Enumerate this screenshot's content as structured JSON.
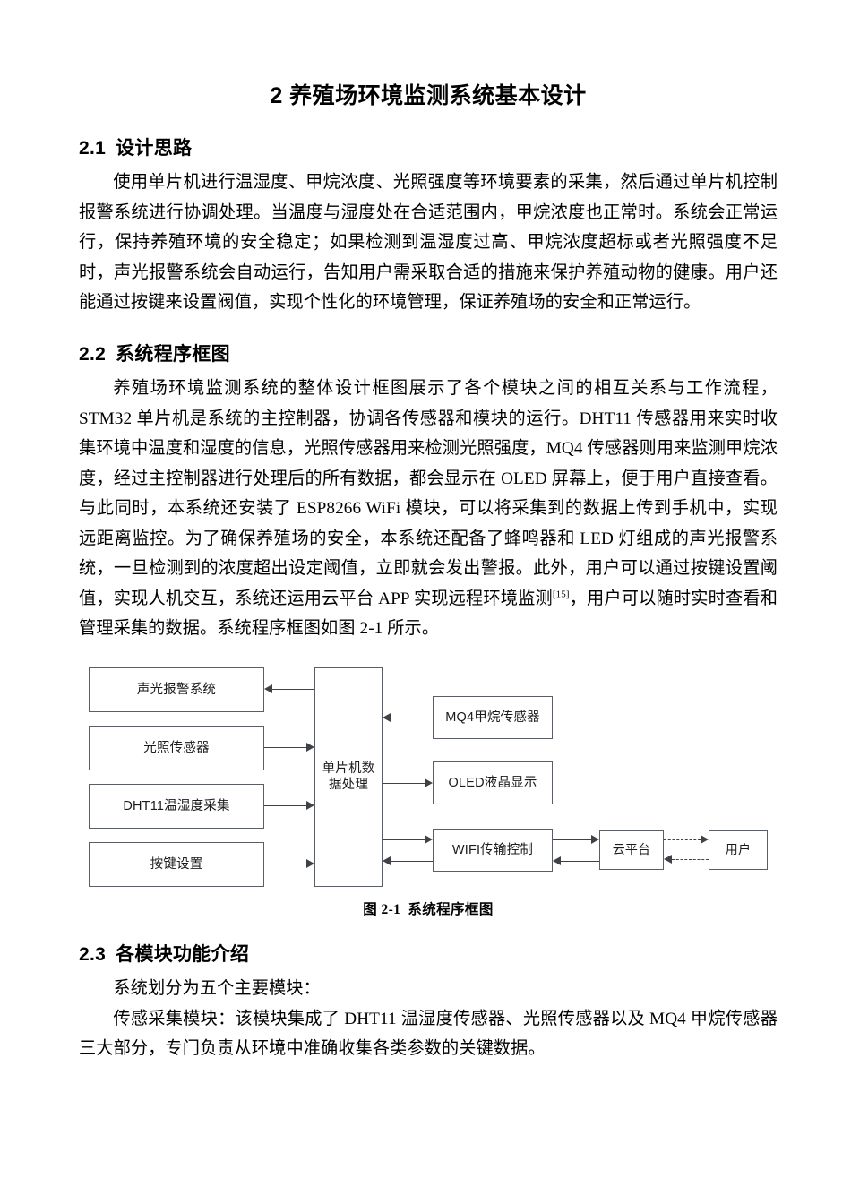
{
  "document": {
    "title": "2 养殖场环境监测系统基本设计"
  },
  "sections": [
    {
      "number": "2.1",
      "heading": "设计思路",
      "paragraphs": [
        "使用单片机进行温湿度、甲烷浓度、光照强度等环境要素的采集，然后通过单片机控制报警系统进行协调处理。当温度与湿度处在合适范围内，甲烷浓度也正常时。系统会正常运行，保持养殖环境的安全稳定；如果检测到温湿度过高、甲烷浓度超标或者光照强度不足时，声光报警系统会自动运行，告知用户需采取合适的措施来保护养殖动物的健康。用户还能通过按键来设置阀值，实现个性化的环境管理，保证养殖场的安全和正常运行。"
      ]
    },
    {
      "number": "2.2",
      "heading": "系统程序框图",
      "paragraph_part1": "养殖场环境监测系统的整体设计框图展示了各个模块之间的相互关系与工作流程，STM32 单片机是系统的主控制器，协调各传感器和模块的运行。DHT11 传感器用来实时收集环境中温度和湿度的信息，光照传感器用来检测光照强度，MQ4 传感器则用来监测甲烷浓度，经过主控制器进行处理后的所有数据，都会显示在 OLED 屏幕上，便于用户直接查看。与此同时，本系统还安装了 ESP8266 WiFi 模块，可以将采集到的数据上传到手机中，实现远距离监控。为了确保养殖场的安全，本系统还配备了蜂鸣器和 LED 灯组成的声光报警系统，一旦检测到的浓度超出设定阈值，立即就会发出警报。此外，用户可以通过按键设置阈值，实现人机交互，系统还运用云平台 APP 实现远程环境监测",
      "citation": "[15]",
      "paragraph_part2": "，用户可以随时实时查看和管理采集的数据。系统程序框图如图 2-1 所示。"
    },
    {
      "number": "2.3",
      "heading": "各模块功能介绍",
      "paragraphs": [
        "系统划分为五个主要模块：",
        "传感采集模块：该模块集成了 DHT11 温湿度传感器、光照传感器以及 MQ4 甲烷传感器三大部分，专门负责从环境中准确收集各类参数的关键数据。"
      ]
    }
  ],
  "figure": {
    "caption_number": "图 2-1",
    "caption_text": "系统程序框图",
    "blocks": {
      "alarm": "声光报警系统",
      "light_sensor": "光照传感器",
      "dht11": "DHT11温湿度采集",
      "button": "按键设置",
      "mcu_line1": "单片机数",
      "mcu_line2": "据处理",
      "mq4": "MQ4甲烷传感器",
      "oled": "OLED液晶显示",
      "wifi": "WIFI传输控制",
      "cloud": "云平台",
      "user": "用户"
    }
  },
  "colors": {
    "box_border": "#5a5f66",
    "connector": "#3f4347",
    "text": "#000000",
    "page_background": "#ffffff"
  }
}
